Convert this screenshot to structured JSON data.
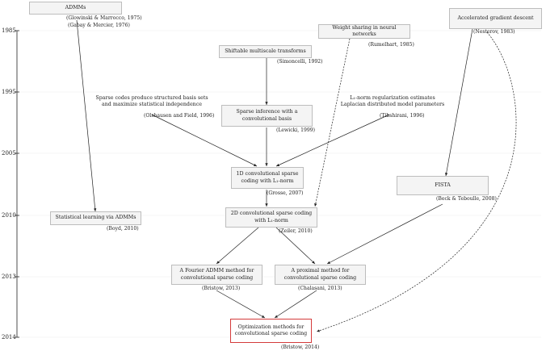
{
  "years": [
    "1985",
    "1995",
    "2005",
    "2010",
    "2013",
    "2014"
  ],
  "nodes": {
    "admms": {
      "label": "ADMMs",
      "cite1": "(Glowinski & Marrocco, 1975)",
      "cite2": "(Gabay & Mercier, 1976)"
    },
    "weight_sharing": {
      "label": "Weight sharing in neural networks",
      "cite": "(Rumelhart, 1985)"
    },
    "accelerated": {
      "label": "Accelerated gradient descent",
      "cite": "(Nesterov, 1983)"
    },
    "shiftable": {
      "label": "Shiftable multiscale transforms",
      "cite": "(Simoncelli, 1992)"
    },
    "sparse_codes": {
      "label": "Sparse codes produce structured basis sets\nand maximize statistical independence",
      "cite": "(Olshausen and Field, 1996)"
    },
    "sparse_inference": {
      "label": "Sparse inference with a\nconvolutional basis",
      "cite": "(Lewicki, 1999)"
    },
    "l1_regularization": {
      "label": "L₁-norm regularization estimates\nLaplacian distributed model parameters",
      "cite": "(Tibshirani, 1996)"
    },
    "conv1d": {
      "label": "1D convolutional sparse\ncoding with L₁-norm",
      "cite": "(Grosse, 2007)"
    },
    "fista": {
      "label": "FISTA",
      "cite": "(Beck & Teboulle, 2008)"
    },
    "statistical_learning": {
      "label": "Statistical learning via ADMMs",
      "cite": "(Boyd, 2010)"
    },
    "conv2d": {
      "label": "2D convolutional sparse coding\nwith L₁-norm",
      "cite": "(Zeiler, 2010)"
    },
    "fourier_admm": {
      "label": "A Fourier ADMM method for\nconvolutional sparse coding",
      "cite": "(Bristow, 2013)"
    },
    "proximal": {
      "label": "A proximal method for\nconvolutional sparse coding",
      "cite": "(Chalasani, 2013)"
    },
    "optimization": {
      "label": "Optimization methods for\nconvolutional sparse coding",
      "cite": "(Bristow, 2014)"
    }
  },
  "colors": {
    "final_border": "#d43b3b",
    "box_fill": "#f4f4f4",
    "box_border": "#bdbdbd",
    "edge": "#222222"
  }
}
